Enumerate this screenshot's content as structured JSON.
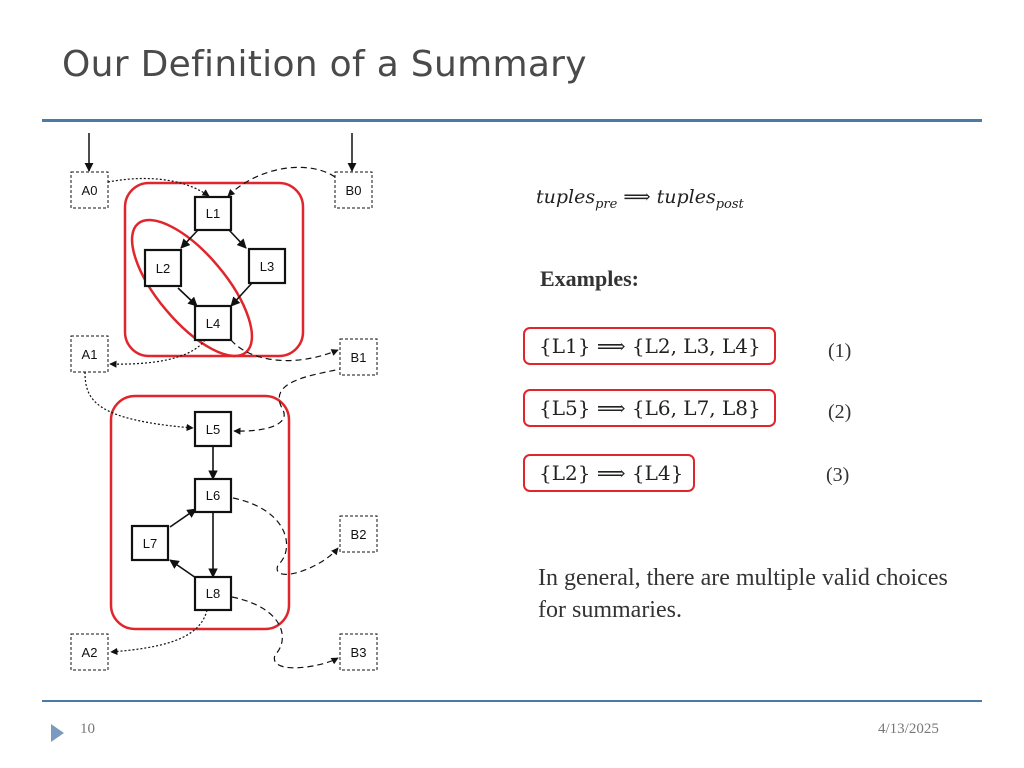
{
  "slide": {
    "title": "Our Definition of a Summary",
    "page_number": "10",
    "date": "4/13/2025"
  },
  "diagram": {
    "external_nodes": [
      "A0",
      "B0",
      "A1",
      "B1",
      "B2",
      "A2",
      "B3"
    ],
    "library_nodes": [
      "L1",
      "L2",
      "L3",
      "L4",
      "L5",
      "L6",
      "L7",
      "L8"
    ],
    "highlight_color": "#e0262c"
  },
  "formula": {
    "lhs": "tuples",
    "lhs_sub": "pre",
    "arrow": "⟹",
    "rhs": "tuples",
    "rhs_sub": "post"
  },
  "examples": {
    "heading": "Examples:",
    "items": [
      {
        "text": "{L1} ⟹ {L2, L3, L4}",
        "number": "(1)"
      },
      {
        "text": "{L5} ⟹ {L6, L7, L8}",
        "number": "(2)"
      },
      {
        "text": "{L2} ⟹ {L4}",
        "number": "(3)"
      }
    ]
  },
  "note": "In general, there are multiple valid choices for summaries."
}
